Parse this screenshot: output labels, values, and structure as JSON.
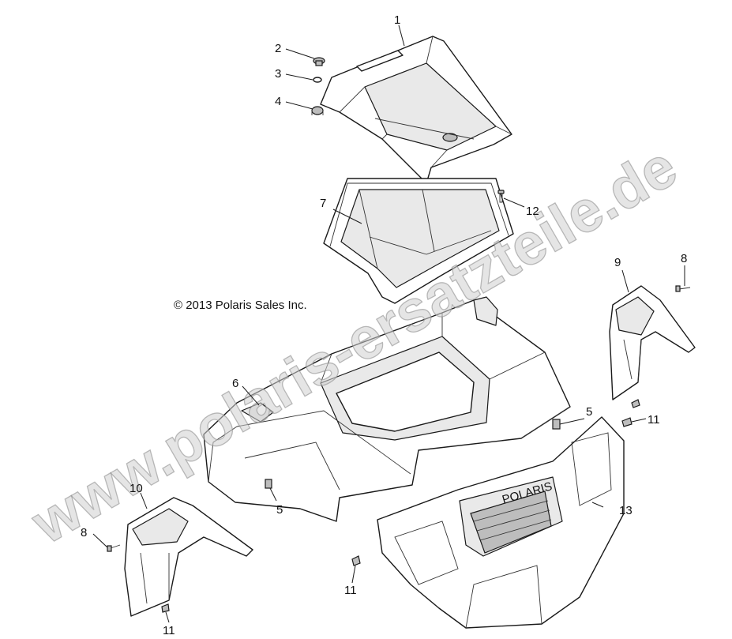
{
  "copyright": "© 2013 Polaris Sales Inc.",
  "watermark": "www.polaris-ersatzteile.de",
  "grille_logo": "POLARIS",
  "callouts": [
    {
      "id": "c1",
      "label": "1"
    },
    {
      "id": "c2",
      "label": "2"
    },
    {
      "id": "c3",
      "label": "3"
    },
    {
      "id": "c4",
      "label": "4"
    },
    {
      "id": "c5a",
      "label": "5"
    },
    {
      "id": "c5b",
      "label": "5"
    },
    {
      "id": "c6",
      "label": "6"
    },
    {
      "id": "c7",
      "label": "7"
    },
    {
      "id": "c8a",
      "label": "8"
    },
    {
      "id": "c8b",
      "label": "8"
    },
    {
      "id": "c9",
      "label": "9"
    },
    {
      "id": "c10",
      "label": "10"
    },
    {
      "id": "c11a",
      "label": "11"
    },
    {
      "id": "c11b",
      "label": "11"
    },
    {
      "id": "c11c",
      "label": "11"
    },
    {
      "id": "c12",
      "label": "12"
    },
    {
      "id": "c13",
      "label": "13"
    }
  ]
}
